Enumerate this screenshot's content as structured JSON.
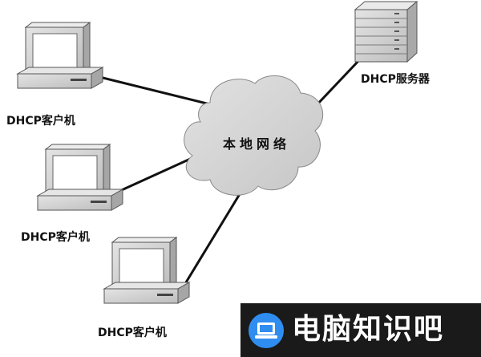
{
  "network": {
    "label": "本地网络"
  },
  "server": {
    "label": "DHCP服务器",
    "icon": "server-tower-icon"
  },
  "clients": [
    {
      "label": "DHCP客户机",
      "icon": "desktop-computer-icon"
    },
    {
      "label": "DHCP客户机",
      "icon": "desktop-computer-icon"
    },
    {
      "label": "DHCP客户机",
      "icon": "desktop-computer-icon"
    }
  ],
  "watermark": {
    "text": "电脑知识吧",
    "icon": "laptop-icon",
    "badge_color": "#2f8df0"
  },
  "colors": {
    "device_body": "#d4d4d4",
    "cloud": "#d3d3d3",
    "line": "#111111"
  }
}
